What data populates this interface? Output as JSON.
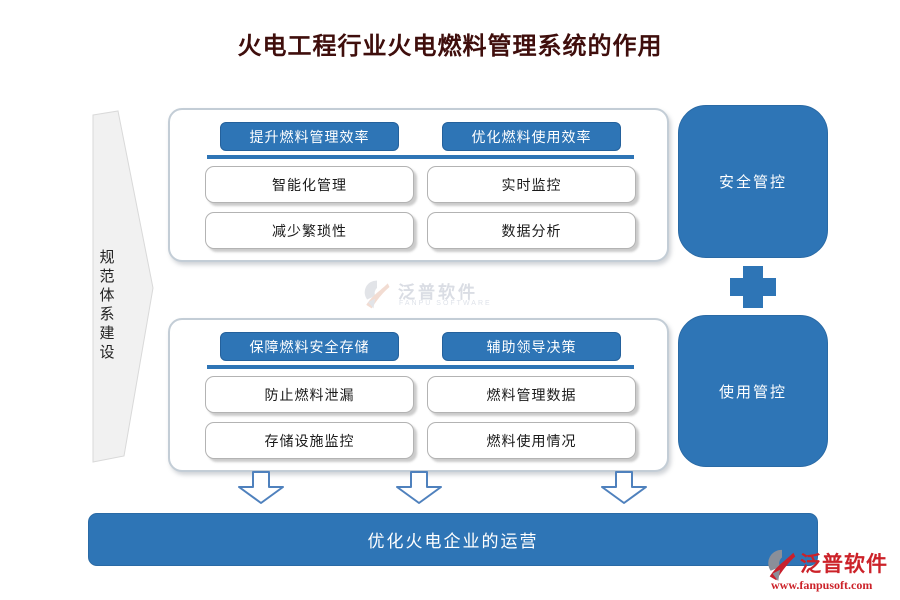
{
  "title": "火电工程行业火电燃料管理系统的作用",
  "colors": {
    "accent_blue": "#2E75B6",
    "arrow_outline": "#4F81BD",
    "title_red": "#3F0E0C",
    "logo_red": "#CC2229",
    "banner_gray": "#F1F1F1"
  },
  "left_banner": {
    "label": "规范体系建设"
  },
  "top_panel": {
    "headers": [
      "提升燃料管理效率",
      "优化燃料使用效率"
    ],
    "rows": [
      [
        "智能化管理",
        "实时监控"
      ],
      [
        "减少繁琐性",
        "数据分析"
      ]
    ]
  },
  "bottom_panel": {
    "headers": [
      "保障燃料安全存储",
      "辅助领导决策"
    ],
    "rows": [
      [
        "防止燃料泄漏",
        "燃料管理数据"
      ],
      [
        "存储设施监控",
        "燃料使用情况"
      ]
    ]
  },
  "side_blocks": [
    "安全管控",
    "使用管控"
  ],
  "footer_bar": {
    "label": "优化火电企业的运营"
  },
  "watermark": {
    "name": "泛普软件",
    "subtitle": "FANPU SOFTWARE"
  },
  "brand": {
    "name": "泛普软件",
    "url": "www.fanpusoft.com"
  }
}
